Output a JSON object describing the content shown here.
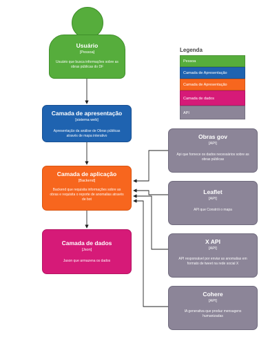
{
  "nodes": {
    "usuario": {
      "title": "Usuário",
      "type": "[Pessoa]",
      "desc": "Usuário que busca informações sobre as obras públicas do DF"
    },
    "apresentacao": {
      "title": "Camada de apresentação",
      "type": "[sistema web]",
      "desc": "Apresentação da análise de Obras públicas através de mapa interativo"
    },
    "aplicacao": {
      "title": "Camada de aplicação",
      "type": "[Backend]",
      "desc": "Backend que requisita informações sobre as obras e requisita o reporte de anomalias através de bot"
    },
    "dados": {
      "title": "Camada de dados",
      "type": "[Json]",
      "desc": "Jason que armazena os dados"
    },
    "obrasgov": {
      "title": "Obras gov",
      "type": "[API]",
      "desc": "Api que fornece os dados necessários sobre as obras públicas"
    },
    "leaflet": {
      "title": "Leaflet",
      "type": "[API]",
      "desc": "API que Constrói o mapa"
    },
    "xapi": {
      "title": "X API",
      "type": "[API]",
      "desc": "API responsável por enviar as anomalias em formato de tweet na rede social X"
    },
    "cohere": {
      "title": "Cohere",
      "type": "[API]",
      "desc": "IA generativa que produz mensagens humanizadas"
    }
  },
  "legend": {
    "title": "Legenda",
    "items": [
      {
        "label": "Pessoa",
        "color": "#56ad3c"
      },
      {
        "label": "Camada de Apresentação",
        "color": "#1f63b0"
      },
      {
        "label": "Camada de Apresentação",
        "color": "#f7661e"
      },
      {
        "label": "Camada de dados",
        "color": "#d61a78"
      },
      {
        "label": "API",
        "color": "#8c8598"
      }
    ]
  },
  "colors": {
    "person": "#56ad3c",
    "presentation": "#1f63b0",
    "application": "#f7661e",
    "data": "#d61a78",
    "api": "#8c8598",
    "connector": "#222222"
  }
}
